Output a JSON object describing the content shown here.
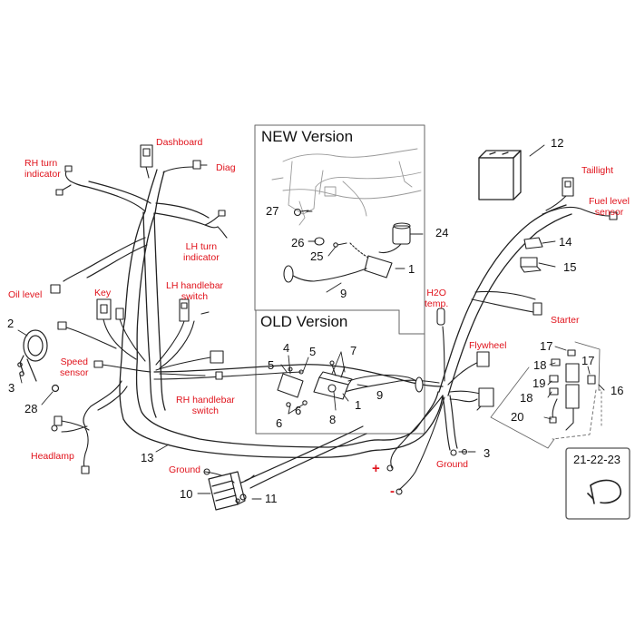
{
  "inset_titles": {
    "new_version": "NEW Version",
    "old_version": "OLD Version",
    "clamp_box": "21-22-23"
  },
  "labels": {
    "rh_turn_indicator": "RH turn\nindicator",
    "dashboard": "Dashboard",
    "diag": "Diag",
    "lh_turn_indicator": "LH turn\nindicator",
    "oil_level": "Oil level",
    "key": "Key",
    "lh_handlebar_switch": "LH handlebar\nswitch",
    "speed_sensor": "Speed\nsensor",
    "rh_handlebar_switch": "RH handlebar\nswitch",
    "headlamp": "Headlamp",
    "ground_left": "Ground",
    "ground_right": "Ground",
    "h2o_temp": "H2O\ntemp.",
    "flywheel": "Flywheel",
    "starter": "Starter",
    "taillight": "Taillight",
    "fuel_level_sensor": "Fuel level\nsensor"
  },
  "part_numbers": [
    "1",
    "1",
    "2",
    "3",
    "3",
    "4",
    "5",
    "5",
    "6",
    "6",
    "7",
    "8",
    "9",
    "9",
    "10",
    "11",
    "12",
    "13",
    "14",
    "15",
    "16",
    "17",
    "17",
    "18",
    "18",
    "19",
    "20",
    "24",
    "25",
    "26",
    "27",
    "28"
  ],
  "polarity": {
    "plus": "+",
    "minus": "-"
  },
  "colors": {
    "label_red": "#e0121b",
    "line_dark": "#222222",
    "box_gray": "#555555"
  }
}
